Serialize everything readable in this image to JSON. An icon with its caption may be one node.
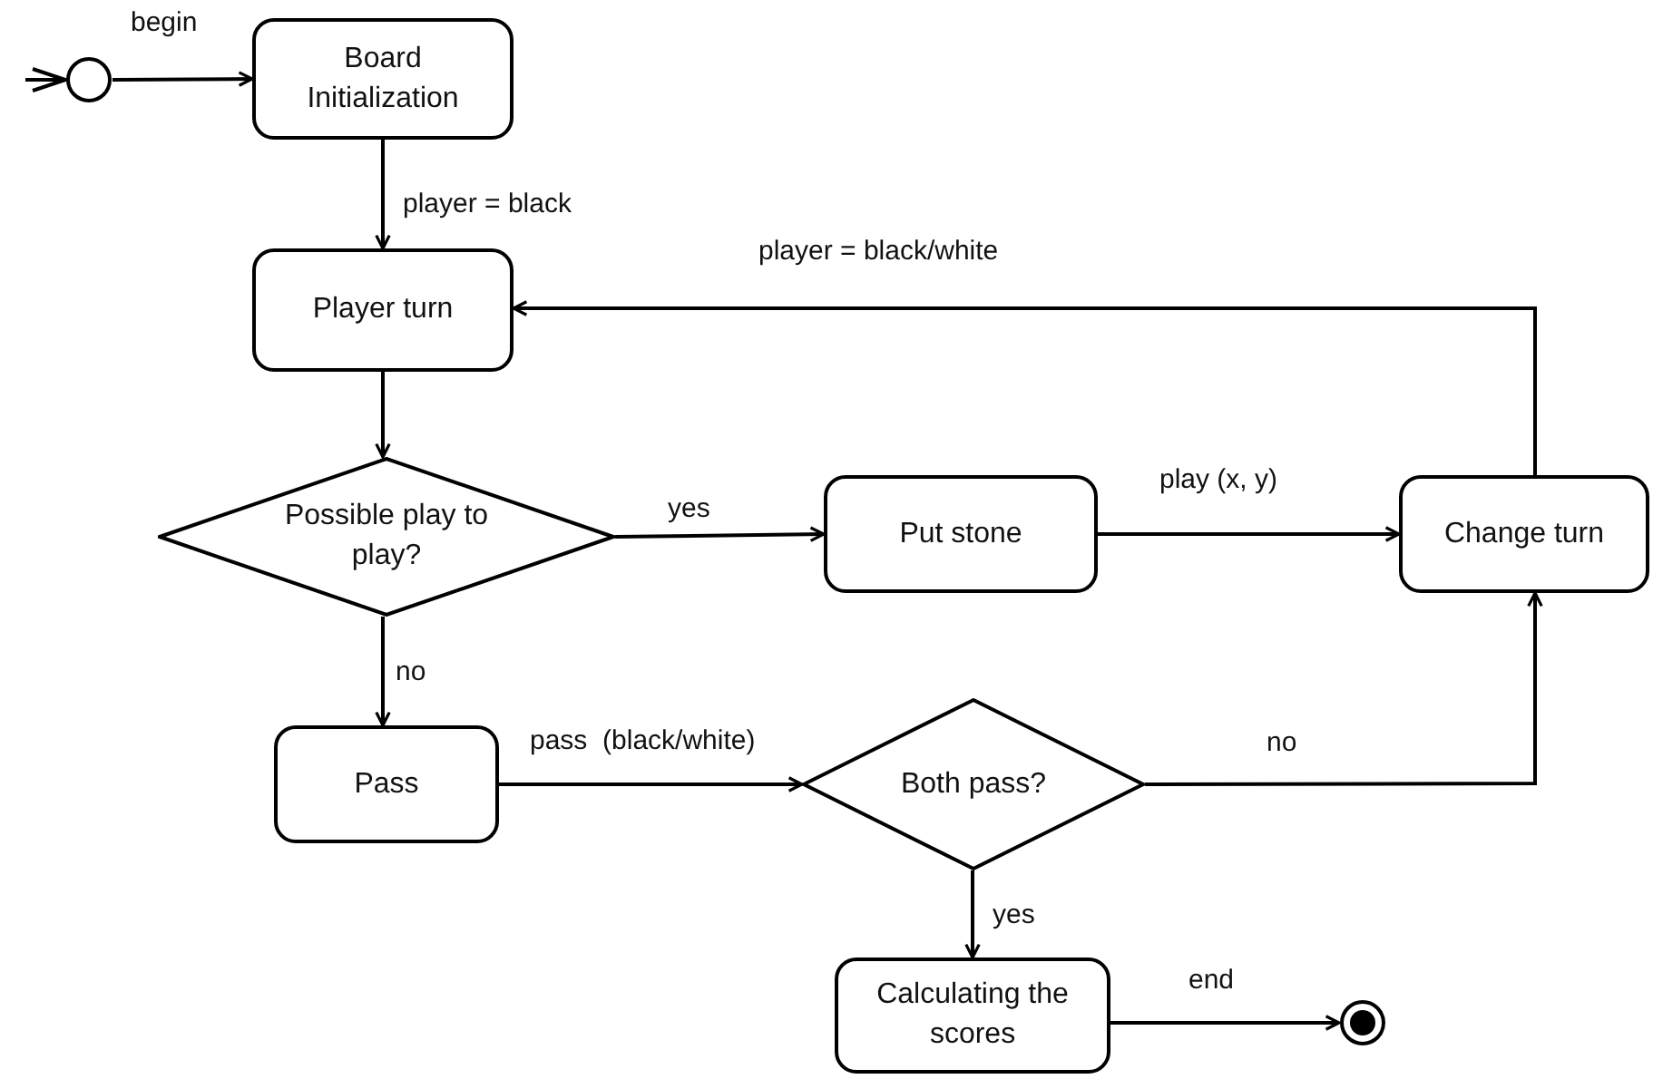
{
  "diagram": {
    "nodes": [
      {
        "text": [],
        "shape": "circle"
      },
      {
        "text": [
          "Board Initialization"
        ]
      },
      {
        "text": [
          "Player turn"
        ]
      },
      {
        "text": [
          "Possible play to play?"
        ]
      },
      {
        "text": [
          "Put stone"
        ]
      },
      {
        "text": [
          "Change turn"
        ]
      },
      {
        "text": [
          "Pass"
        ]
      },
      {
        "text": [
          "Both pass?"
        ]
      },
      {
        "text": [
          "Calculating the scores"
        ]
      },
      {
        "text": [],
        "shape": "circle"
      }
    ],
    "edges": [
      {
        "from": null,
        "to": 0,
        "arrow": "to"
      },
      {
        "from": 0,
        "to": 1,
        "arrow": "to",
        "label": "begin"
      },
      {
        "from": 1,
        "to": 2,
        "arrow": "to",
        "label": "player = black"
      },
      {
        "from": 2,
        "to": 3,
        "arrow": "to"
      },
      {
        "from": 3,
        "to": 4,
        "arrow": "to",
        "label": "yes"
      },
      {
        "from": 4,
        "to": 5,
        "arrow": "to",
        "label": "play (x, y)"
      },
      {
        "from": 5,
        "to": 2,
        "arrow": "to",
        "label": "player = black/white"
      },
      {
        "from": 3,
        "to": 6,
        "arrow": "to",
        "label": "no"
      },
      {
        "from": 6,
        "to": 7,
        "arrow": "to",
        "label": "pass  (black/white)"
      },
      {
        "from": 7,
        "to": 5,
        "arrow": "to",
        "label": "no"
      },
      {
        "from": 7,
        "to": 8,
        "arrow": "to",
        "label": "yes"
      },
      {
        "from": 8,
        "to": 9,
        "arrow": "to",
        "label": "end"
      }
    ]
  }
}
